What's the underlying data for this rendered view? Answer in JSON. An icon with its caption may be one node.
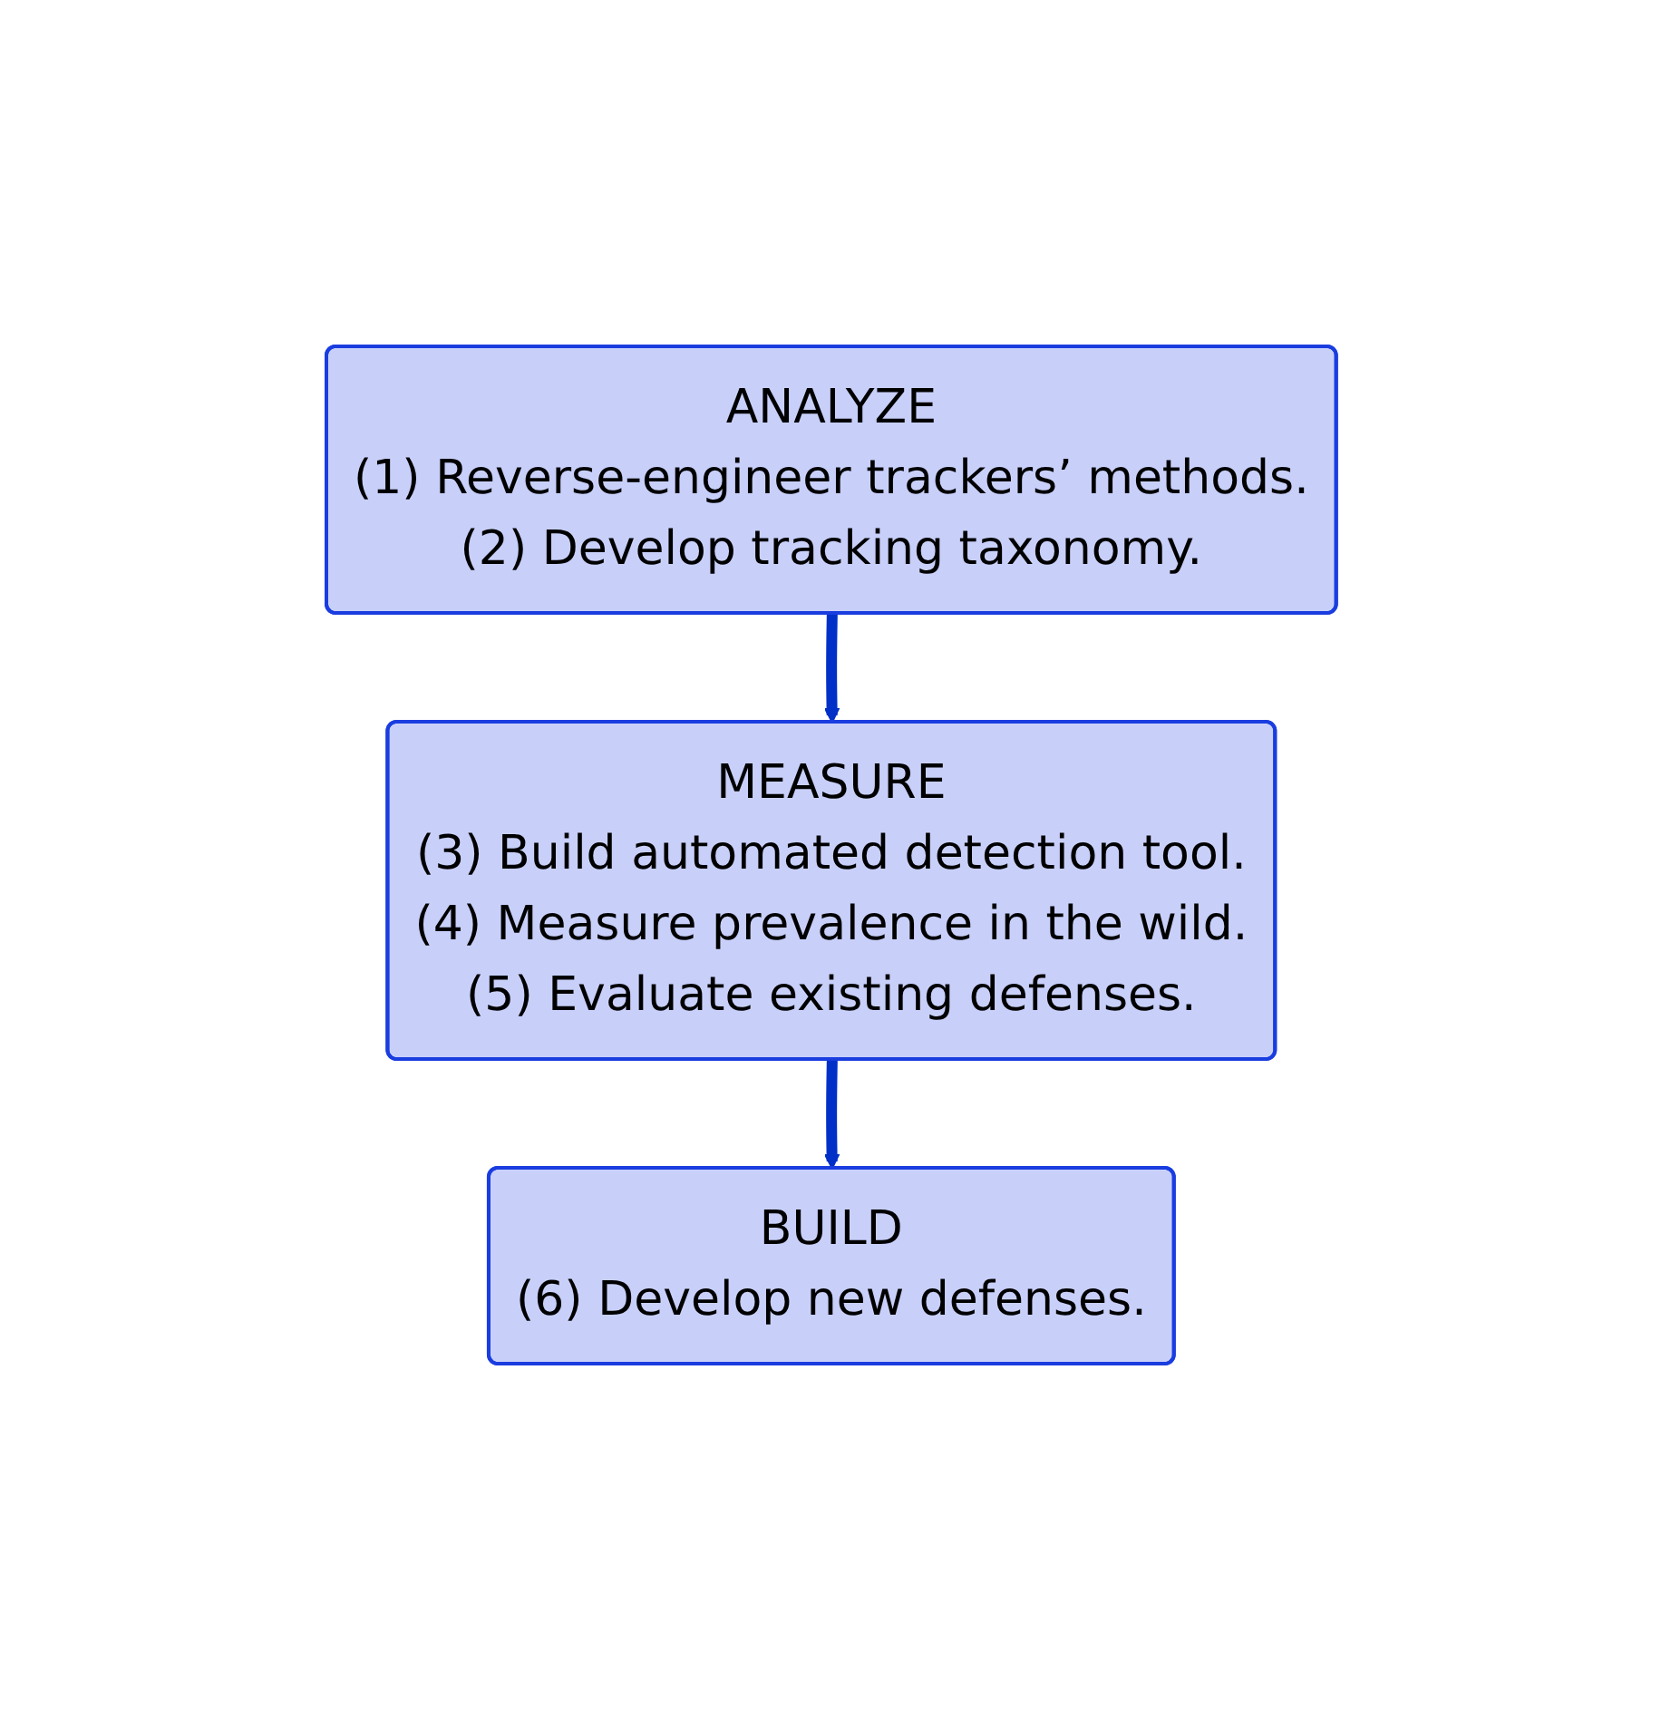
{
  "diagram": {
    "nodes": [
      {
        "text": [
          "ANALYZE",
          "(1) Reverse-engineer trackers’ methods.",
          "(2) Develop tracking taxonomy."
        ]
      },
      {
        "text": [
          "MEASURE",
          "(3) Build automated detection tool.",
          "(4) Measure prevalence in the wild.",
          "(5) Evaluate existing defenses."
        ]
      },
      {
        "text": [
          "BUILD",
          "(6) Develop new defenses."
        ]
      }
    ],
    "edges": [
      {
        "from": 0,
        "to": 1,
        "arrow": "to"
      },
      {
        "from": 1,
        "to": 2,
        "arrow": "to"
      }
    ]
  }
}
